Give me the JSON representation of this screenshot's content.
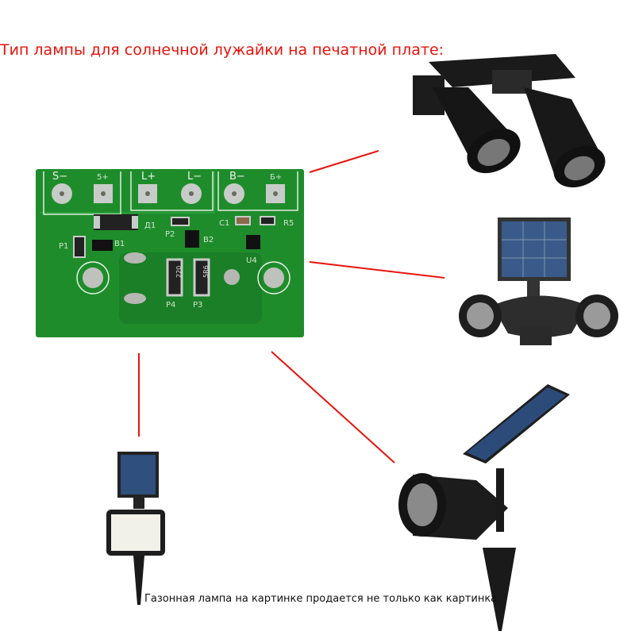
{
  "header": {
    "title": "Тип лампы для солнечной лужайки на печатной плате:"
  },
  "pcb": {
    "terminals": [
      "S−",
      "5+",
      "L+",
      "L−",
      "B−",
      "Б+"
    ],
    "components": [
      "Д1",
      "P1",
      "B1",
      "P2",
      "B2",
      "C1",
      "R5",
      "U4",
      "P4",
      "P3"
    ],
    "resistor_codes": [
      "220",
      "5R6"
    ]
  },
  "lamps": [
    "twin-spotlight-lamp",
    "dual-head-solar-lamp",
    "panel-flood-lamp",
    "spot-stake-lamp"
  ],
  "footer": {
    "caption": "Газонная лампа на картинке продается не только как картинка."
  },
  "colors": {
    "title": "#e8140c",
    "connector_line": "#e8140c",
    "pcb": "#1f8c2c"
  }
}
